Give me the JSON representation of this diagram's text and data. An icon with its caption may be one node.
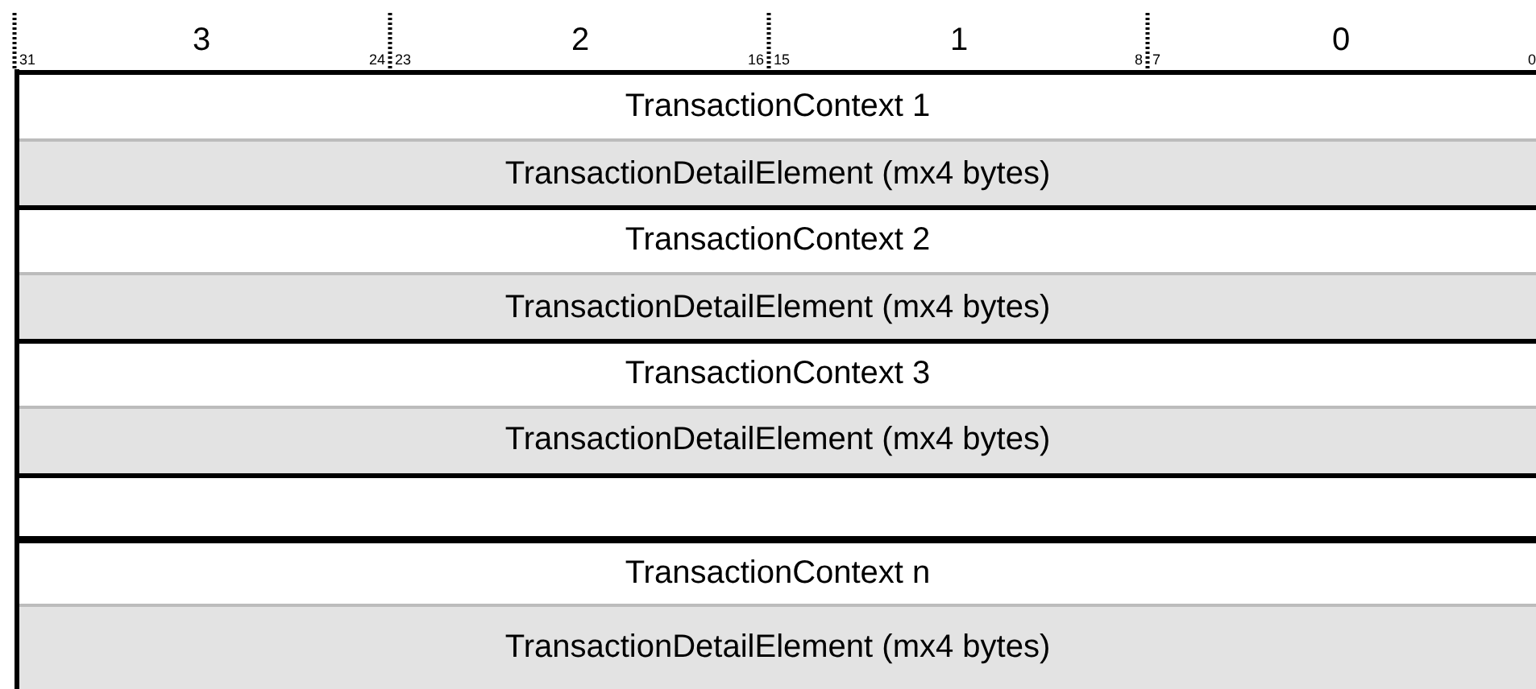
{
  "diagram": {
    "nodes": [
      {
        "text": [
          "TransactionContext 1"
        ]
      },
      {
        "text": [
          "TransactionDetailElement (mx4 bytes)"
        ]
      },
      {
        "text": [
          "TransactionContext 2"
        ]
      },
      {
        "text": [
          "TransactionDetailElement (mx4 bytes)"
        ]
      },
      {
        "text": [
          "TransactionContext 3"
        ]
      },
      {
        "text": [
          "TransactionDetailElement (mx4 bytes)"
        ]
      },
      {
        "text": [],
        "shape": "box"
      },
      {
        "text": [
          "TransactionContext n"
        ]
      },
      {
        "text": [
          "TransactionDetailElement (mx4 bytes)"
        ]
      }
    ],
    "labels": [
      "31",
      "3",
      "24",
      "23",
      "2",
      "16",
      "15",
      "1",
      "8",
      "7",
      "0",
      "0"
    ]
  }
}
